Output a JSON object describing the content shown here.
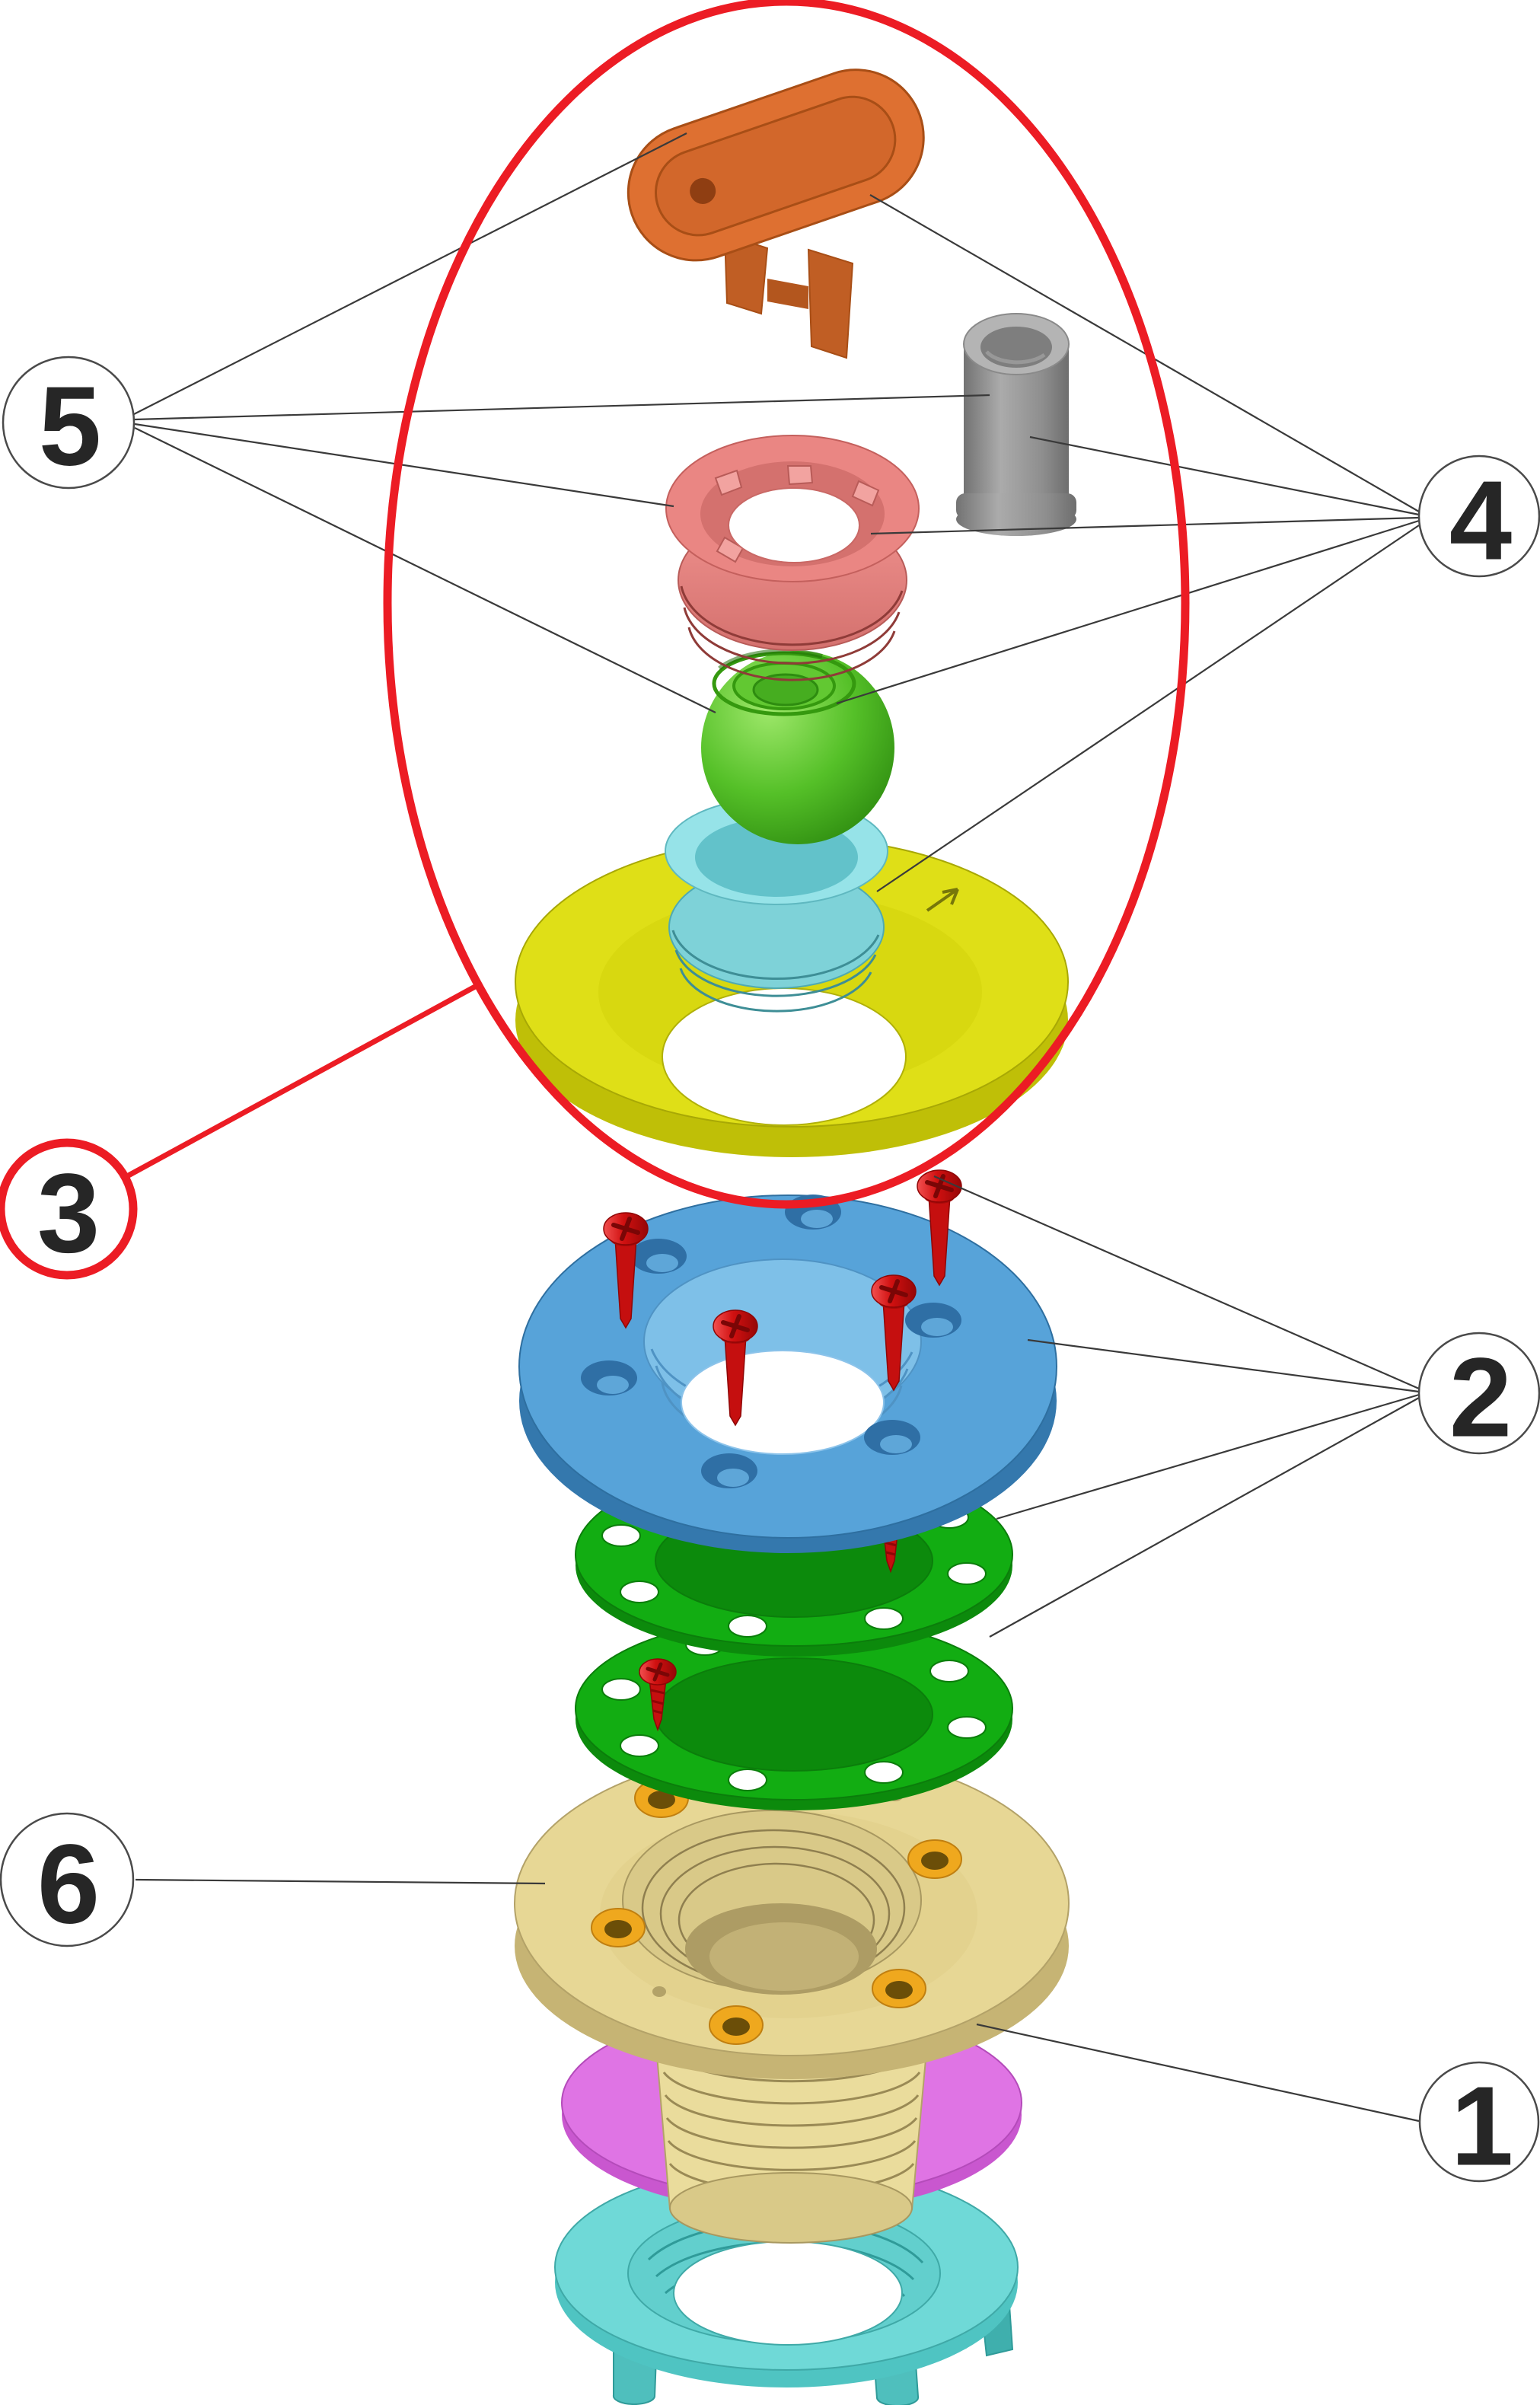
{
  "callouts": {
    "c1": {
      "label": "1"
    },
    "c2": {
      "label": "2"
    },
    "c3": {
      "label": "3",
      "highlighted": true
    },
    "c4": {
      "label": "4"
    },
    "c5": {
      "label": "5"
    },
    "c6": {
      "label": "6"
    }
  },
  "colors": {
    "background": "#FFFFFF",
    "leader_line": "#3A3A3A",
    "callout_stroke": "#4A4A4A",
    "callout_text": "#262626",
    "highlight_red": "#EC1C24"
  },
  "parts": {
    "handle_key": {
      "color": "#DE7031"
    },
    "sleeve_bushing": {
      "color": "#9D9D9D"
    },
    "threaded_ring": {
      "color": "#EA8683"
    },
    "ball": {
      "color": "#55C028"
    },
    "seat_ring": {
      "color": "#96E3E8"
    },
    "cover_flange": {
      "color": "#DFDF17"
    },
    "screw": {
      "color": "#D81111"
    },
    "clamp_flange": {
      "color": "#57A3D9"
    },
    "gasket": {
      "color": "#12AD12"
    },
    "body_flange": {
      "color": "#E7D795"
    },
    "insert": {
      "color": "#EFA81E"
    },
    "spacer_ring": {
      "color": "#DF74E4"
    },
    "lock_nut": {
      "color": "#6FD9D7"
    }
  }
}
